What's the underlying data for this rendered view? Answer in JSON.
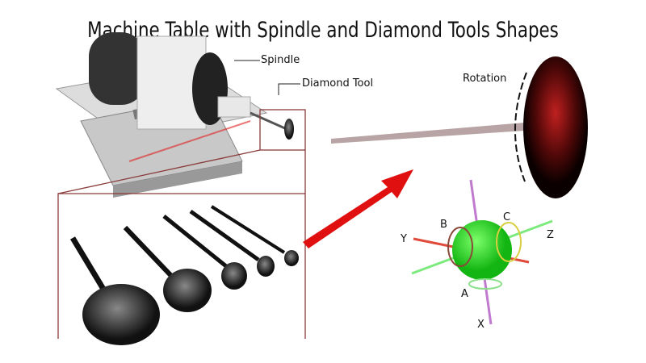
{
  "title": "Machine Table with Spindle and Diamond Tools Shapes",
  "labels": {
    "spindle": "Spindle",
    "diamond_tool": "Diamond Tool",
    "rotation": "Rotation"
  },
  "axes": {
    "y": "Y",
    "z": "Z",
    "x": "X",
    "a": "A",
    "b": "B",
    "c": "C"
  },
  "colors": {
    "arrow": "#e01010",
    "sphere": "#22dd22",
    "tool_face": "#c01818",
    "shaft": "#b8a4a4"
  }
}
